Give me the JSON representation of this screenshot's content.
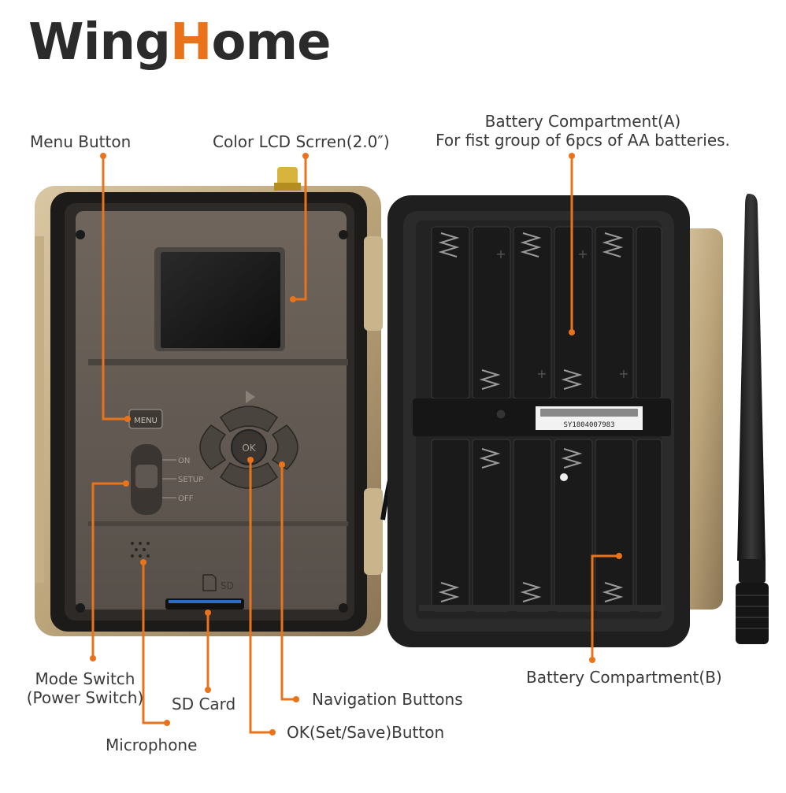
{
  "brand": {
    "logo_prefix": "Wing",
    "logo_accent": "H",
    "logo_suffix": "ome",
    "accent_color": "#e8731a"
  },
  "callouts": {
    "menu_button": "Menu Button",
    "lcd_screen": "Color LCD Scrren(2.0″)",
    "battery_a_title": "Battery Compartment(A)",
    "battery_a_desc": "For fist group of 6pcs of AA batteries.",
    "mode_switch_line1": "Mode Switch",
    "mode_switch_line2": "(Power Switch)",
    "sd_card": "SD Card",
    "microphone": "Microphone",
    "navigation_buttons": "Navigation Buttons",
    "ok_button": "OK(Set/Save)Button",
    "battery_b": "Battery Compartment(B)"
  },
  "device": {
    "menu_key": "MENU",
    "switch_on": "ON",
    "switch_setup": "SETUP",
    "switch_off": "OFF",
    "sd_slot": "SD",
    "ok_key": "OK",
    "serial_label": "SY1804007983"
  }
}
